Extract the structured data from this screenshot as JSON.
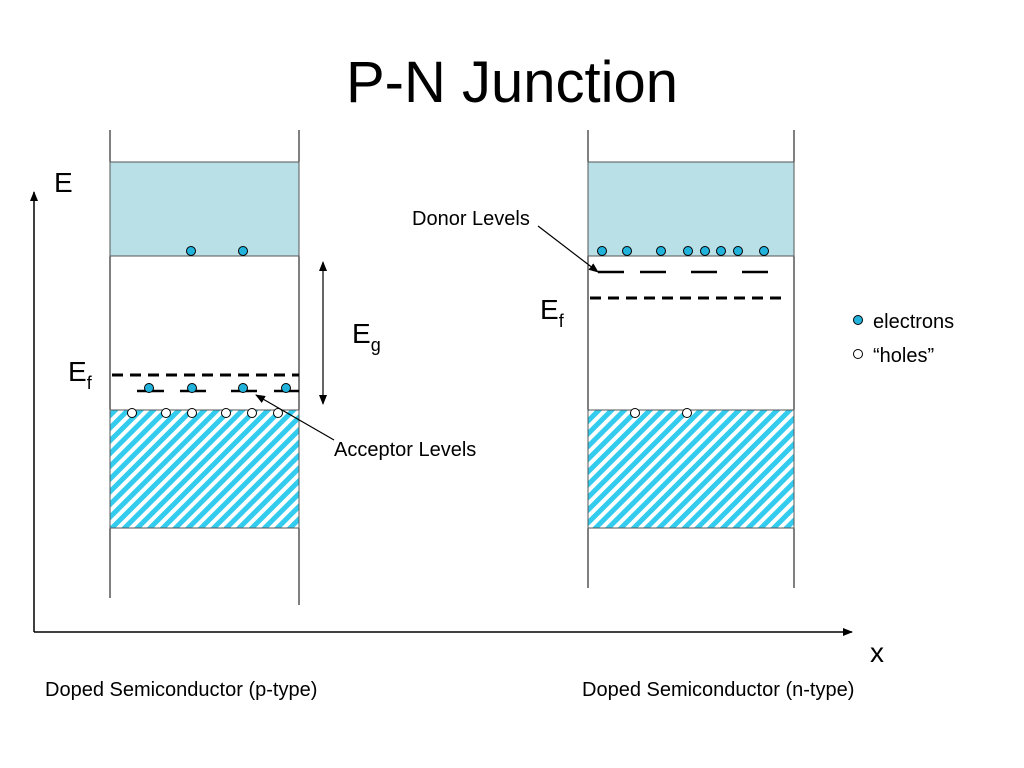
{
  "title": "P-N Junction",
  "axes": {
    "y_label": "E",
    "x_label": "x"
  },
  "energy_gap": {
    "label": "E",
    "subscript": "g"
  },
  "p_type": {
    "caption": "Doped Semiconductor (p-type)",
    "fermi_label": "E",
    "fermi_subscript": "f",
    "level_label": "Acceptor Levels",
    "conduction_electrons": 2,
    "acceptor_electrons": 4,
    "valence_holes": 6
  },
  "n_type": {
    "caption": "Doped Semiconductor (n-type)",
    "fermi_label": "E",
    "fermi_subscript": "f",
    "level_label": "Donor Levels",
    "conduction_electrons": 8,
    "valence_holes": 2
  },
  "legend": [
    {
      "marker": "electron",
      "label": "electrons"
    },
    {
      "marker": "hole",
      "label": "“holes”"
    }
  ],
  "colors": {
    "band_fill": "#b9e0e6",
    "hatch_stripe": "#33ccee",
    "electron": "#22b3dd",
    "hole": "#ffffff",
    "line": "#000000"
  }
}
